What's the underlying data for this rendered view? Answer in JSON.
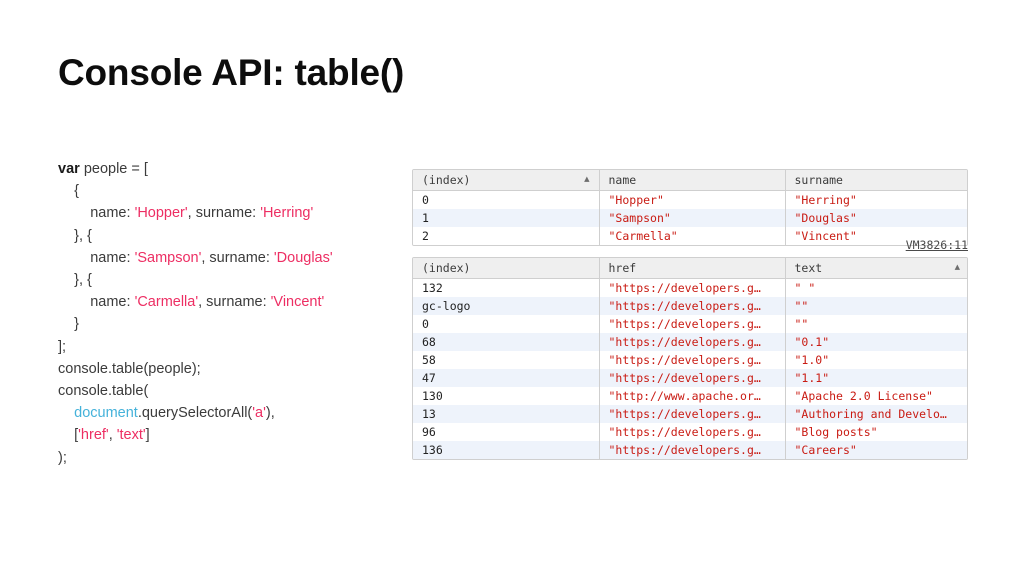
{
  "slide": {
    "title": "Console API: table()"
  },
  "code": {
    "lines": [
      [
        {
          "t": "var ",
          "c": "kw"
        },
        {
          "t": "people = [",
          "c": "pln"
        }
      ],
      [
        {
          "t": "    {",
          "c": "pln"
        }
      ],
      [
        {
          "t": "        name: ",
          "c": "pln"
        },
        {
          "t": "'Hopper'",
          "c": "str"
        },
        {
          "t": ", surname: ",
          "c": "pln"
        },
        {
          "t": "'Herring'",
          "c": "str"
        }
      ],
      [
        {
          "t": "    }, {",
          "c": "pln"
        }
      ],
      [
        {
          "t": "        name: ",
          "c": "pln"
        },
        {
          "t": "'Sampson'",
          "c": "str"
        },
        {
          "t": ", surname: ",
          "c": "pln"
        },
        {
          "t": "'Douglas'",
          "c": "str"
        }
      ],
      [
        {
          "t": "    }, {",
          "c": "pln"
        }
      ],
      [
        {
          "t": "        name: ",
          "c": "pln"
        },
        {
          "t": "'Carmella'",
          "c": "str"
        },
        {
          "t": ", surname: ",
          "c": "pln"
        },
        {
          "t": "'Vincent'",
          "c": "str"
        }
      ],
      [
        {
          "t": "    }",
          "c": "pln"
        }
      ],
      [
        {
          "t": "];",
          "c": "pln"
        }
      ],
      [
        {
          "t": "console.table(people);",
          "c": "pln"
        }
      ],
      [
        {
          "t": "console.table(",
          "c": "pln"
        }
      ],
      [
        {
          "t": "    ",
          "c": "pln"
        },
        {
          "t": "document",
          "c": "obj"
        },
        {
          "t": ".querySelectorAll(",
          "c": "pln"
        },
        {
          "t": "'a'",
          "c": "str"
        },
        {
          "t": "),",
          "c": "pln"
        }
      ],
      [
        {
          "t": "    [",
          "c": "pln"
        },
        {
          "t": "'href'",
          "c": "str"
        },
        {
          "t": ", ",
          "c": "pln"
        },
        {
          "t": "'text'",
          "c": "str"
        },
        {
          "t": "]",
          "c": "pln"
        }
      ],
      [
        {
          "t": ");",
          "c": "pln"
        }
      ]
    ]
  },
  "console": {
    "vm_link": "VM3826:11",
    "tables": [
      {
        "name": "people-table",
        "columns": [
          {
            "label": "(index)",
            "sorted": true
          },
          {
            "label": "name",
            "sorted": false
          },
          {
            "label": "surname",
            "sorted": false
          }
        ],
        "rows": [
          {
            "index": "0",
            "cells": [
              "\"Hopper\"",
              "\"Herring\""
            ]
          },
          {
            "index": "1",
            "cells": [
              "\"Sampson\"",
              "\"Douglas\""
            ]
          },
          {
            "index": "2",
            "cells": [
              "\"Carmella\"",
              "\"Vincent\""
            ]
          }
        ]
      },
      {
        "name": "links-table",
        "columns": [
          {
            "label": "(index)",
            "sorted": false
          },
          {
            "label": "href",
            "sorted": false
          },
          {
            "label": "text",
            "sorted": true
          }
        ],
        "rows": [
          {
            "index": "132",
            "cells": [
              "\"https://developers.g…",
              "\" \""
            ]
          },
          {
            "index": "gc-logo",
            "cells": [
              "\"https://developers.g…",
              "\"\""
            ]
          },
          {
            "index": "0",
            "cells": [
              "\"https://developers.g…",
              "\"\""
            ]
          },
          {
            "index": "68",
            "cells": [
              "\"https://developers.g…",
              "\"0.1\""
            ]
          },
          {
            "index": "58",
            "cells": [
              "\"https://developers.g…",
              "\"1.0\""
            ]
          },
          {
            "index": "47",
            "cells": [
              "\"https://developers.g…",
              "\"1.1\""
            ]
          },
          {
            "index": "130",
            "cells": [
              "\"http://www.apache.or…",
              "\"Apache 2.0 License\""
            ]
          },
          {
            "index": "13",
            "cells": [
              "\"https://developers.g…",
              "\"Authoring and Develo…"
            ]
          },
          {
            "index": "96",
            "cells": [
              "\"https://developers.g…",
              "\"Blog posts\""
            ]
          },
          {
            "index": "136",
            "cells": [
              "\"https://developers.g…",
              "\"Careers\""
            ]
          }
        ]
      }
    ],
    "sort_arrow_glyph": "▲"
  },
  "colors": {
    "string_red": "#c91b13",
    "code_string": "#ed2e63",
    "code_object": "#45b2da",
    "row_alt_bg": "#eef3fb",
    "header_bg": "#efefef",
    "border": "#cfcfcf"
  }
}
